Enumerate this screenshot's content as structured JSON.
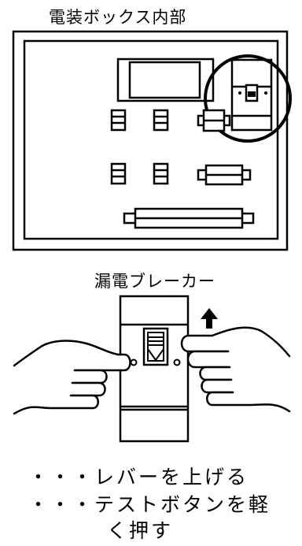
{
  "diagram": {
    "top_title": "電装ボックス内部",
    "breaker_title": "漏電ブレーカー",
    "captions": [
      "・・・レバーを上げる",
      "・・・テストボタンを軽",
      "く押す"
    ]
  }
}
